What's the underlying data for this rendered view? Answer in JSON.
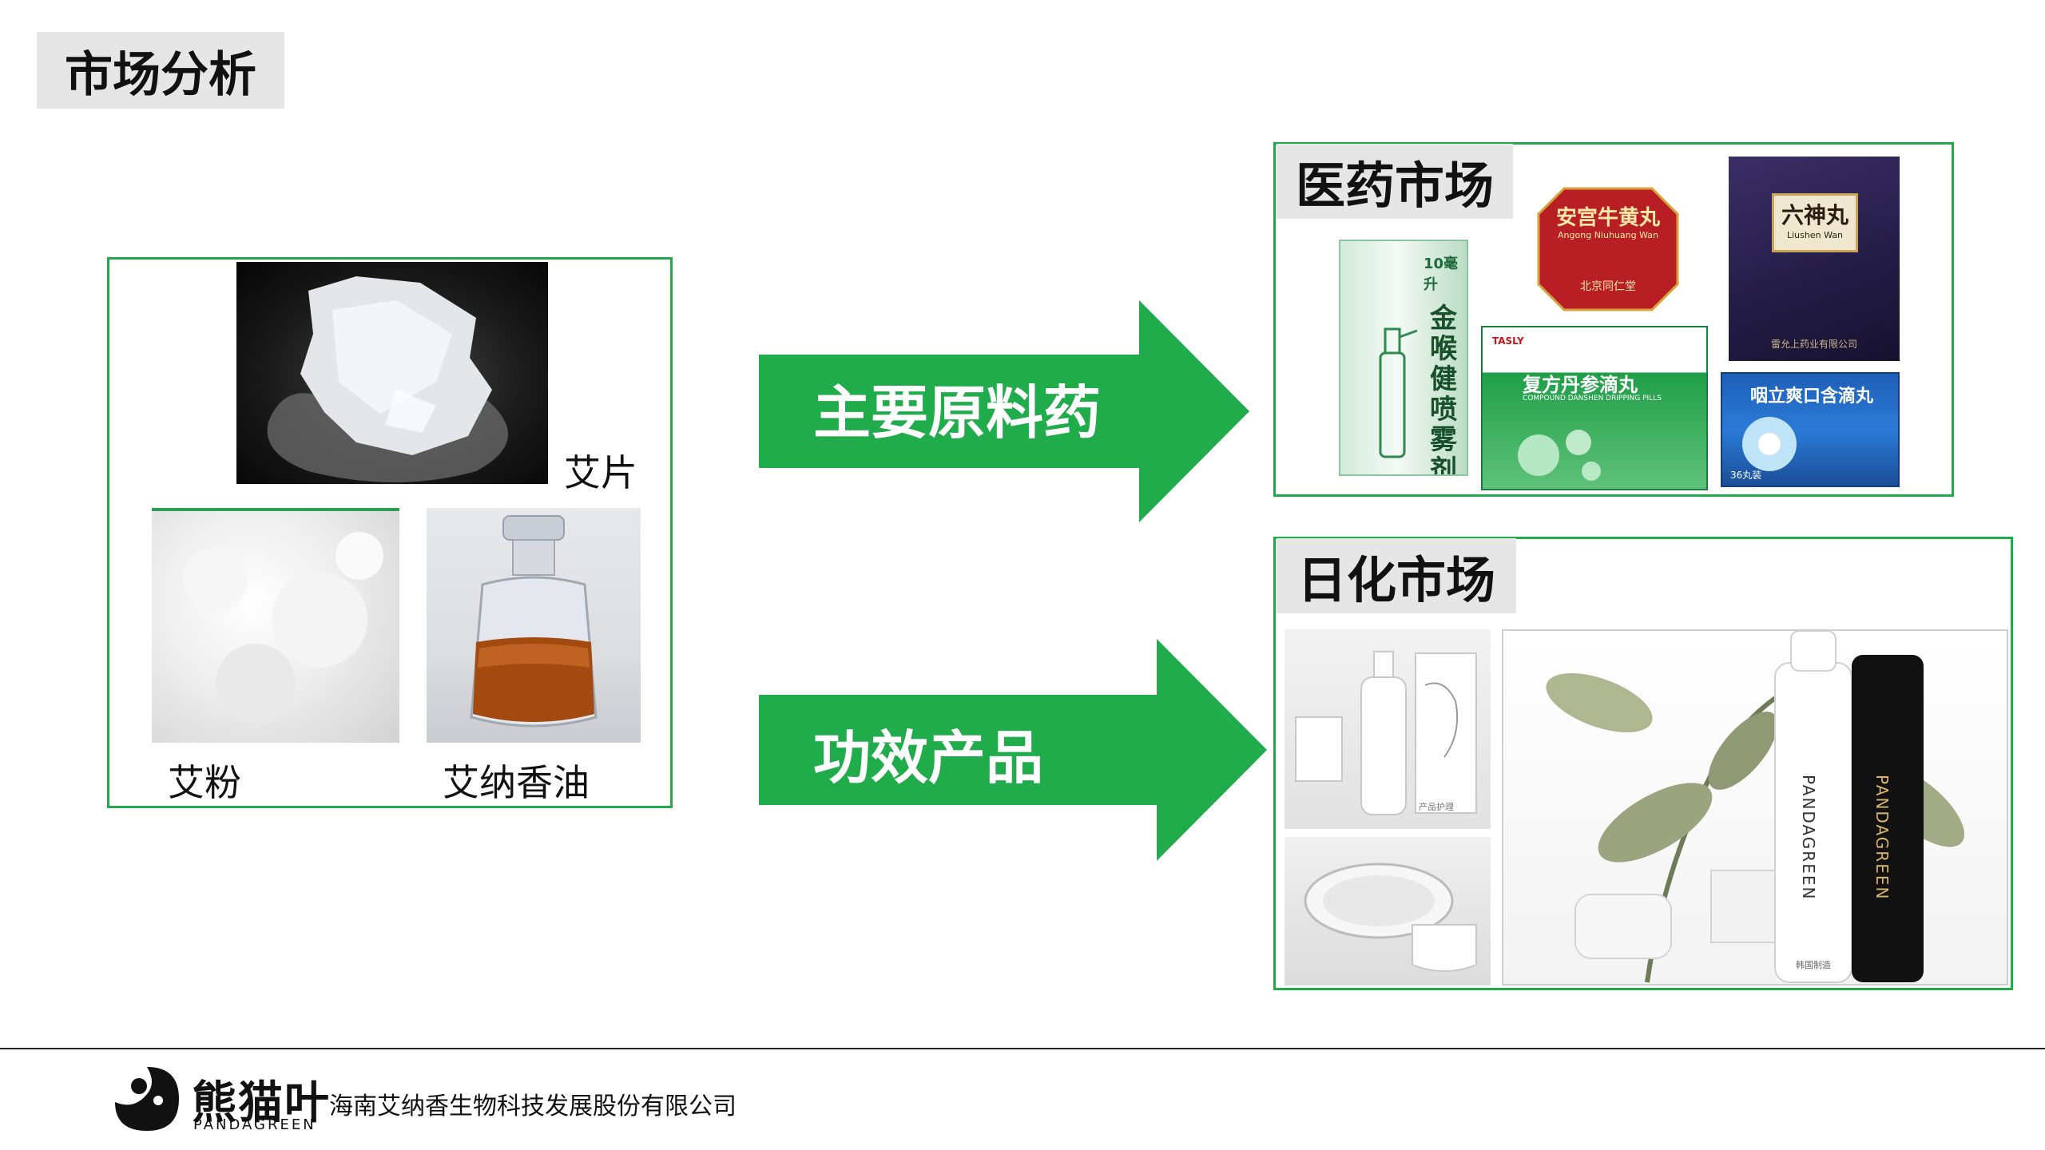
{
  "slide": {
    "title": "市场分析"
  },
  "materials": {
    "aipian_label": "艾片",
    "aifen_label": "艾粉",
    "oil_label": "艾纳香油"
  },
  "arrows": {
    "pharma_label": "主要原料药",
    "efficacy_label": "功效产品",
    "color": "#20ac4b"
  },
  "pharma_market": {
    "title": "医药市场",
    "products": {
      "jinhou": {
        "volume": "10毫升",
        "name": "金喉健喷雾剂"
      },
      "angong": {
        "name": "安宫牛黄丸",
        "pinyin": "Angong Niuhuang Wan",
        "maker": "北京同仁堂"
      },
      "liushen": {
        "name": "六神丸",
        "pinyin": "Liushen Wan",
        "maker": "雷允上药业有限公司"
      },
      "danshen": {
        "brand": "TASLY",
        "name": "复方丹参滴丸",
        "pinyin": "COMPOUND DANSHEN DRIPPING PILLS"
      },
      "yanyun": {
        "name": "咽立爽口含滴丸",
        "count": "36丸装"
      }
    }
  },
  "daily_market": {
    "title": "日化市场",
    "products": {
      "bottle_label": "产品护理",
      "tube_brand": "PANDAGREEN",
      "tube_origin": "韩国制造"
    }
  },
  "footer": {
    "brand_cn": "熊猫叶",
    "brand_en": "PANDAGREEN",
    "company": "海南艾纳香生物科技发展股份有限公司"
  },
  "colors": {
    "green": "#22a94b",
    "tag_gray": "#e6e6e6"
  }
}
